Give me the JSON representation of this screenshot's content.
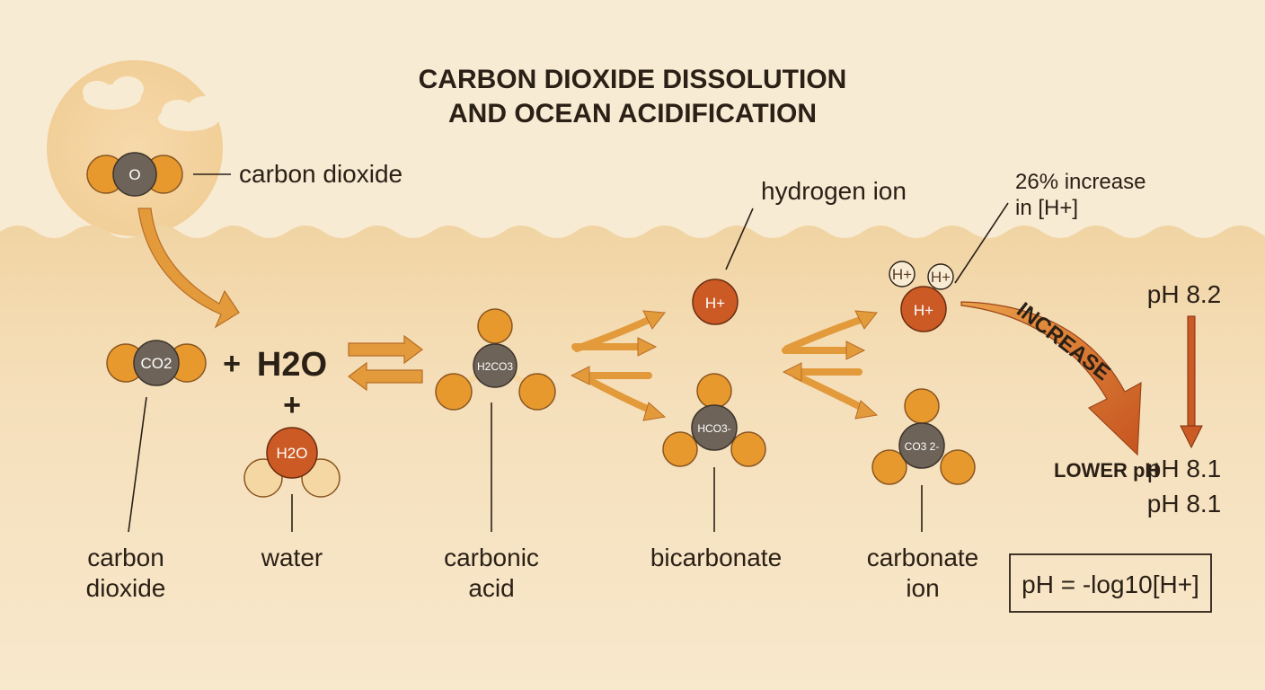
{
  "title": {
    "line1": "CARBON DIOXIDE DISSOLUTION",
    "line2": "AND OCEAN ACIDIFICATION"
  },
  "atmosphere": {
    "molecule_center": "O",
    "label": "carbon dioxide"
  },
  "reactants": {
    "co2_formula": "CO2",
    "plus_1": "+",
    "water_formula": "H2O",
    "plus_2": "+",
    "water_molecule_formula": "H2O",
    "co2_label_line1": "carbon",
    "co2_label_line2": "dioxide",
    "water_label": "water"
  },
  "carbonic_acid": {
    "formula": "H2CO3",
    "label_line1": "carbonic",
    "label_line2": "acid"
  },
  "hydrogen_ion": {
    "formula": "H+",
    "label": "hydrogen ion"
  },
  "bicarbonate": {
    "formula": "HCO3-",
    "label": "bicarbonate"
  },
  "carbonate_ion": {
    "formula": "CO3 2-",
    "label_line1": "carbonate",
    "label_line2": "ion"
  },
  "acidification": {
    "note_line1": "26% increase",
    "note_line2": "in [H+]",
    "small_ion_1": "H+",
    "small_ion_2": "H+",
    "large_ion": "H+",
    "arrow_text": "INCREASE",
    "lower_ph": "LOWER pH",
    "ph_start": "pH 8.2",
    "ph_end_1": "pH 8.1",
    "ph_end_2": "pH 8.1",
    "formula": "pH = -log10[H+]"
  },
  "colors": {
    "sky": "#f8ebd4",
    "ocean": "#f3d9ae",
    "orange_atom": "#e8992e",
    "carbon_atom": "#6e6358",
    "hydrogen_ion": "#cc5a24",
    "pale_atom": "#f5d7a3",
    "arrow": "#e29a3b"
  }
}
